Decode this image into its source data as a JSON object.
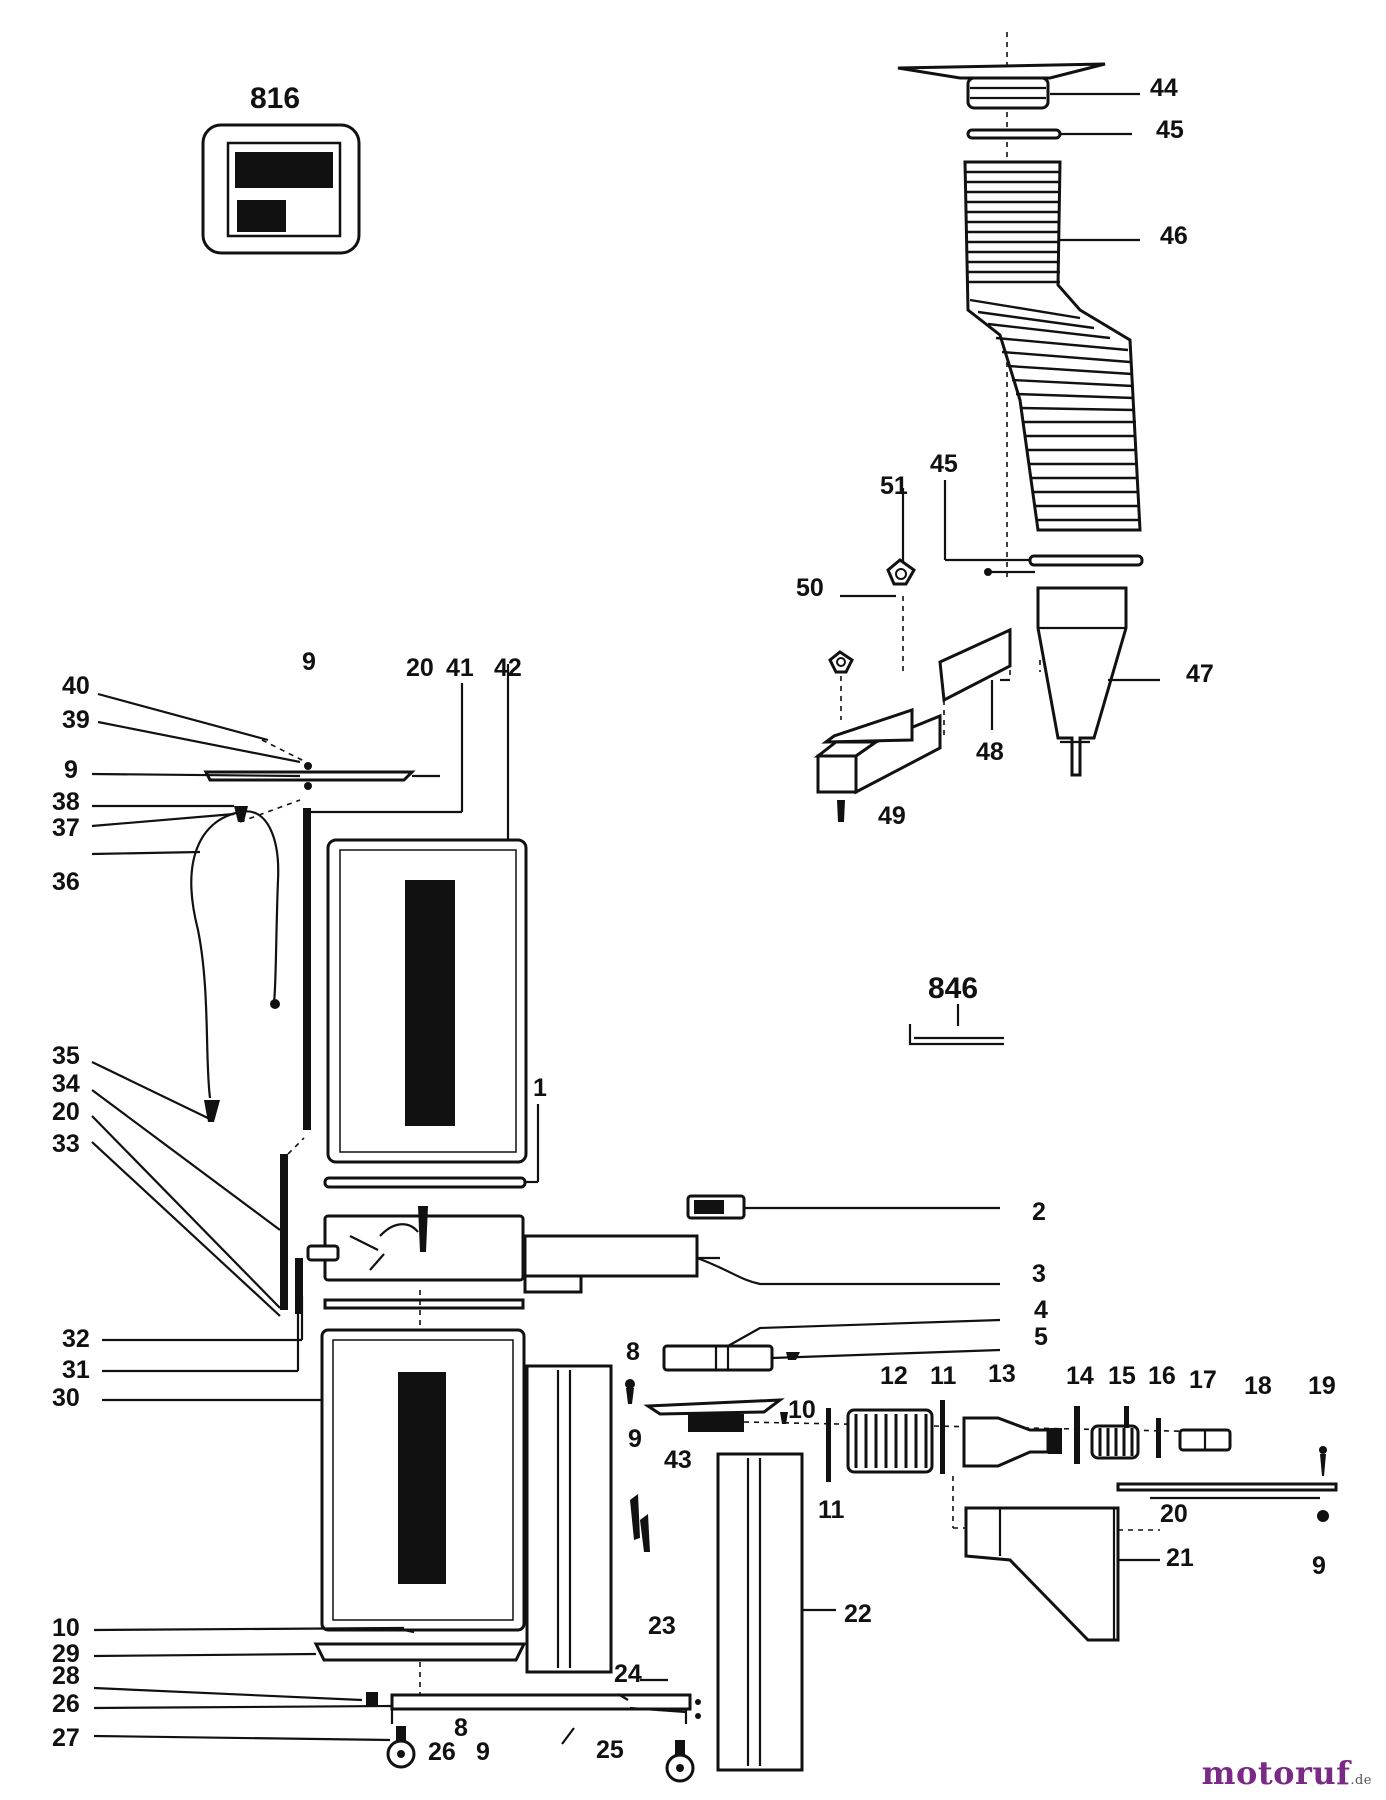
{
  "kit_labels": {
    "k816": "816",
    "k846": "846"
  },
  "parts": {
    "p1": "1",
    "p2": "2",
    "p3": "3",
    "p4": "4",
    "p5": "5",
    "p8": "8",
    "p9": "9",
    "p10": "10",
    "p11": "11",
    "p12": "12",
    "p13": "13",
    "p14": "14",
    "p15": "15",
    "p16": "16",
    "p17": "17",
    "p18": "18",
    "p19": "19",
    "p20": "20",
    "p21": "21",
    "p22": "22",
    "p23": "23",
    "p24": "24",
    "p25": "25",
    "p26": "26",
    "p27": "27",
    "p28": "28",
    "p29": "29",
    "p30": "30",
    "p31": "31",
    "p32": "32",
    "p33": "33",
    "p34": "34",
    "p35": "35",
    "p36": "36",
    "p37": "37",
    "p38": "38",
    "p39": "39",
    "p40": "40",
    "p41": "41",
    "p42": "42",
    "p43": "43",
    "p44": "44",
    "p45": "45",
    "p46": "46",
    "p47": "47",
    "p48": "48",
    "p49": "49",
    "p50": "50",
    "p51": "51"
  },
  "watermark": {
    "brand": "motoruf",
    "tld": ".de"
  },
  "colors": {
    "ink": "#111111",
    "watermark": "#7a2a86"
  }
}
